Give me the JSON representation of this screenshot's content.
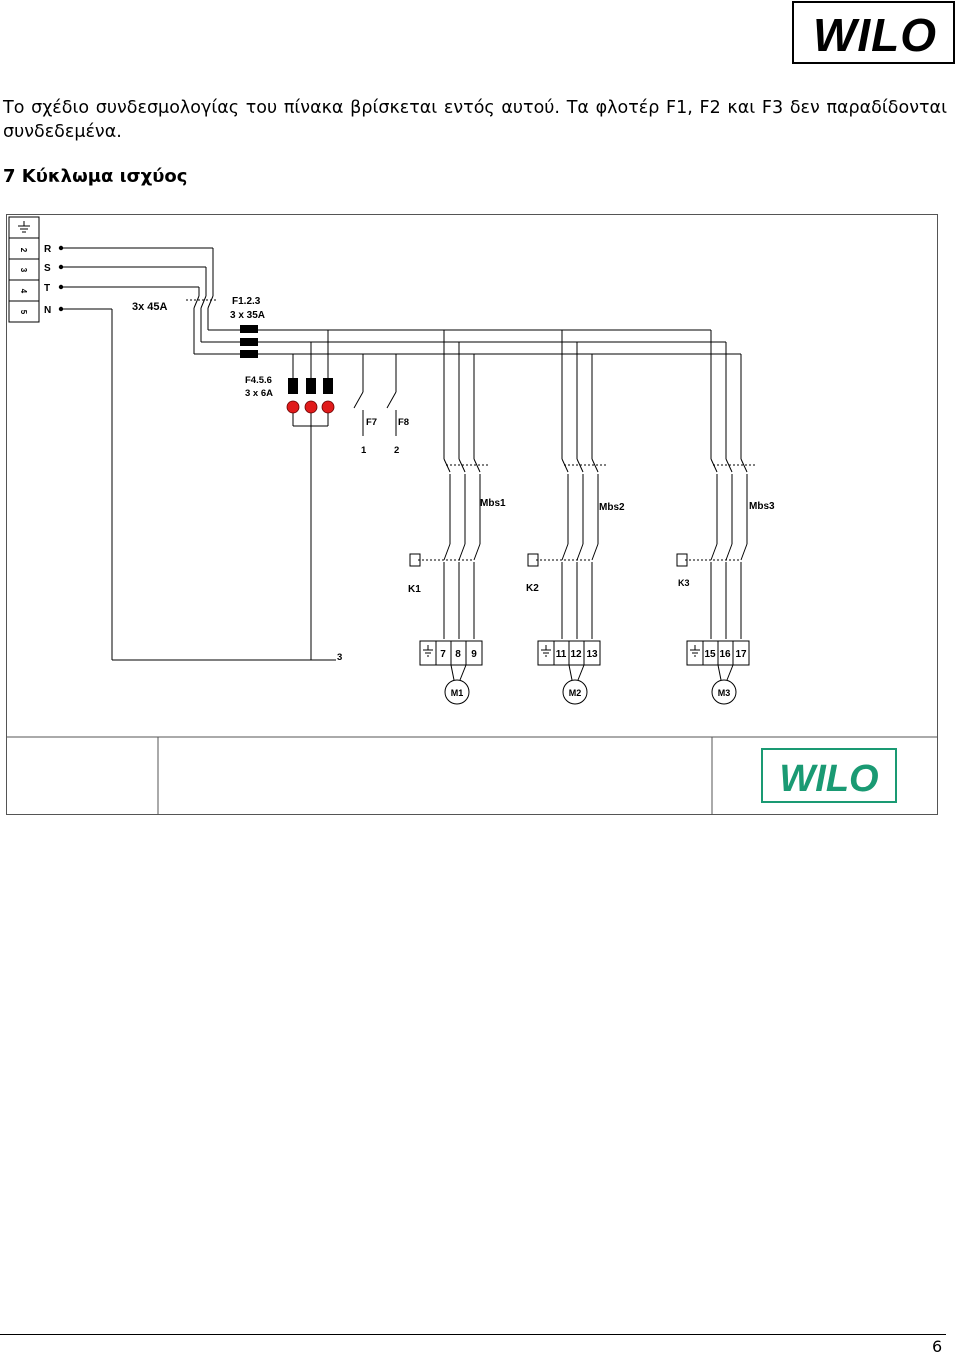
{
  "header": {
    "logo_text": "WILO"
  },
  "intro_text": "Το σχέδιο συνδεσμολογίας του πίνακα βρίσκεται εντός αυτού. Τα φλοτέρ F1, F2 και F3 δεν παραδίδονται συνδεδεμένα.",
  "section_heading": "7 Κύκλωμα ισχύος",
  "diagram": {
    "terminals": [
      "2",
      "3",
      "4",
      "5"
    ],
    "phases": [
      "R",
      "S",
      "T",
      "N"
    ],
    "main_switch_label": "3x 45A",
    "fuse_group_label": "F1.2.3",
    "fuse_group_rating": "3 x 35A",
    "control_fuse_label": "F4.5.6",
    "control_fuse_rating": "3 x 6A",
    "relays": [
      "F7",
      "F8"
    ],
    "relay_outputs": [
      "1",
      "2"
    ],
    "neutral_terminal": "3",
    "breakers": [
      "Mbs1",
      "Mbs2",
      "Mbs3"
    ],
    "contactors": [
      "K1",
      "K2",
      "K3"
    ],
    "motor_terminals": [
      [
        "7",
        "8",
        "9"
      ],
      [
        "11",
        "12",
        "13"
      ],
      [
        "15",
        "16",
        "17"
      ]
    ],
    "motors": [
      "M1",
      "M2",
      "M3"
    ],
    "title_block_logo": "WILO",
    "brand_color": "#1a9a73"
  },
  "footer": {
    "page_number": "6"
  }
}
